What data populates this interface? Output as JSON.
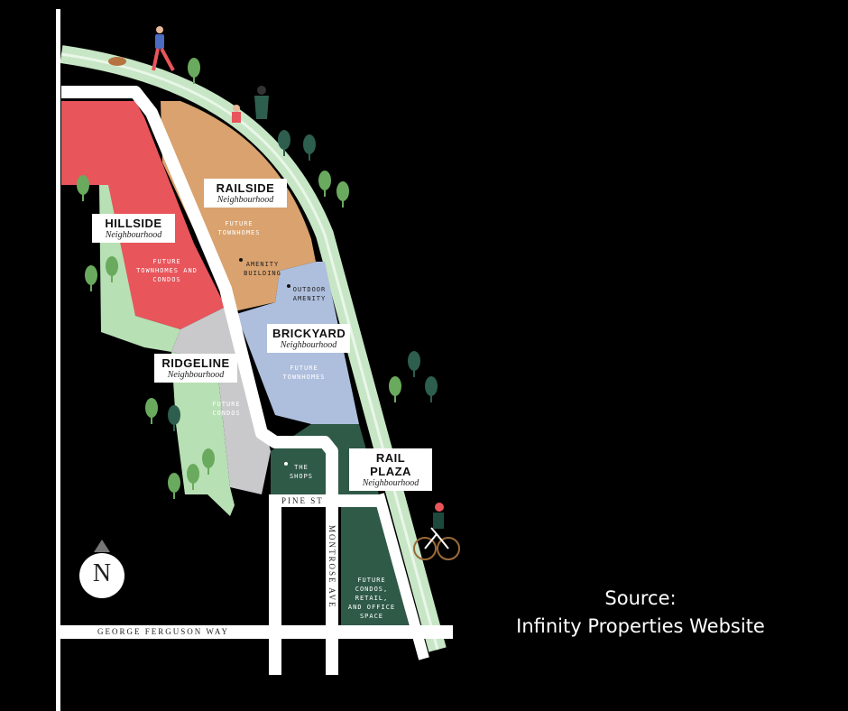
{
  "neighbourhoods": {
    "railside": {
      "name": "RAILSIDE",
      "sub": "Neighbourhood",
      "color": "#d9a26e"
    },
    "hillside": {
      "name": "HILLSIDE",
      "sub": "Neighbourhood",
      "color": "#e8555b"
    },
    "brickyard": {
      "name": "BRICKYARD",
      "sub": "Neighbourhood",
      "color": "#aebedd"
    },
    "ridgeline": {
      "name": "RIDGELINE",
      "sub": "Neighbourhood",
      "color": "#c9c9cb"
    },
    "rail_plaza": {
      "name": "RAIL PLAZA",
      "sub": "Neighbourhood",
      "color": "#2f5a48"
    }
  },
  "notes": {
    "railside_future": "FUTURE TOWNHOMES",
    "amenity_building": "AMENITY BUILDING",
    "hillside_future": "FUTURE TOWNHOMES AND CONDOS",
    "outdoor_amenity": "OUTDOOR AMENITY",
    "brickyard_future": "FUTURE TOWNHOMES",
    "ridgeline_future": "FUTURE CONDOS",
    "the_shops": "THE SHOPS",
    "rail_plaza_future": "FUTURE CONDOS, RETAIL, AND OFFICE SPACE"
  },
  "streets": {
    "pine": "PINE ST",
    "montrose": "MONTROSE AVE",
    "george_ferguson": "GEORGE FERGUSON WAY"
  },
  "compass": {
    "letter": "N"
  },
  "source": {
    "line1": "Source:",
    "line2": "Infinity Properties Website"
  },
  "colors": {
    "green_space": "#b8e0b5",
    "trail": "#c7e6c5",
    "road": "#ffffff",
    "tree": "#6aaa5e",
    "dark_tree": "#2d5e4e"
  }
}
